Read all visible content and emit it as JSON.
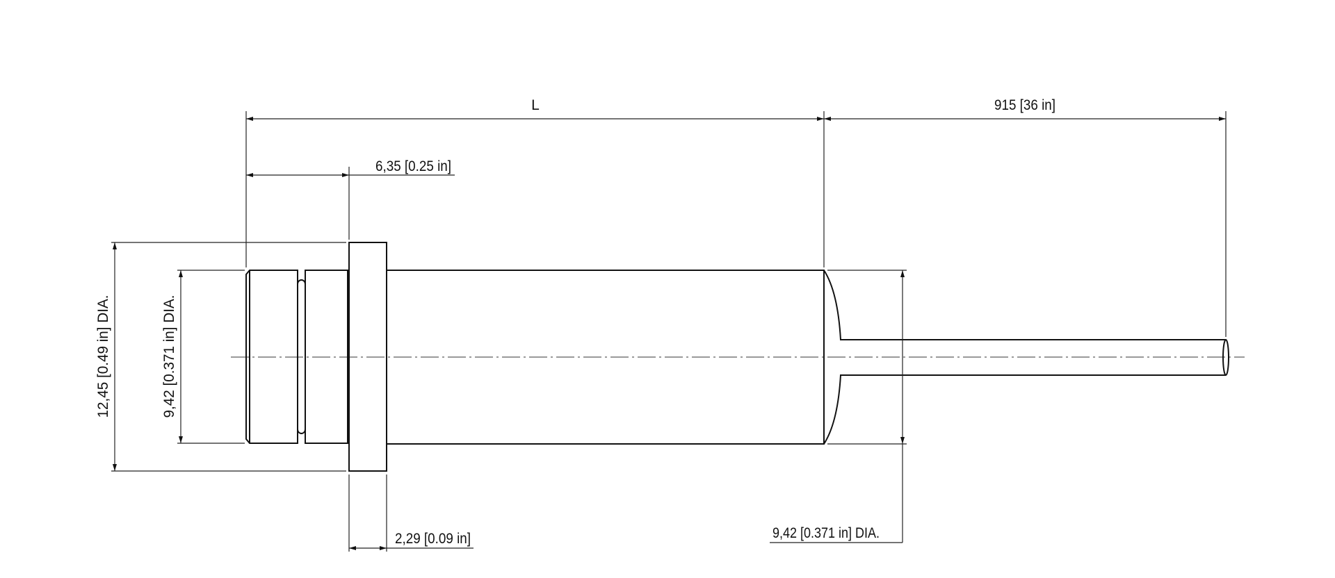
{
  "dimensions": {
    "overall_length": "L",
    "cable_length": "915 [36 in]",
    "front_length": "6,35 [0.25 in]",
    "flange_thickness": "2,29 [0.09 in]",
    "flange_diameter": "12,45 [0.49 in] DIA.",
    "body_diameter_left": "9,42 [0.371 in] DIA.",
    "body_diameter_right": "9,42 [0.371 in] DIA."
  },
  "colors": {
    "line": "#111111",
    "background": "#ffffff"
  }
}
